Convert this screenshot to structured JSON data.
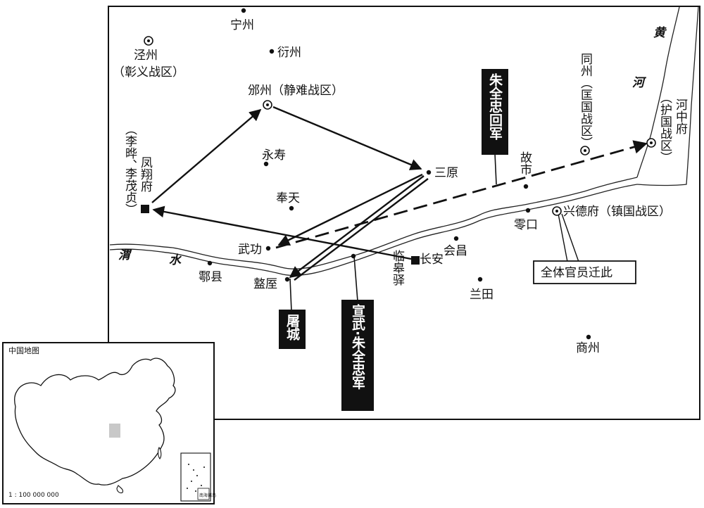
{
  "map": {
    "places": {
      "ningzhou": "宁州",
      "jingzhou": "泾州",
      "jingzhou_note": "（彰义战区）",
      "yanzhou": "衍州",
      "binzhou": "邠州（静难战区）",
      "fengxiang_lines": [
        "（李晔、",
        "李茂贞）",
        "凤翔府"
      ],
      "yongshou": "永寿",
      "fengtian": "奉天",
      "sanyuan": "三原",
      "wugong": "武功",
      "huxian": "鄠县",
      "zhouzhi": "盩厔",
      "linhaoyi": "临皋驿",
      "changan": "长安",
      "huichang": "会昌",
      "lantian": "兰田",
      "lingkou": "零口",
      "xingdefu": "兴德府（镇国战区）",
      "gushi": "故市",
      "tongzhou": "同州（匡国战区）",
      "hezhongfu": "河中府",
      "hezhongfu_note": "（护国战区）",
      "shangzhou": "商州"
    },
    "rivers": {
      "wei_1": "渭",
      "wei_2": "水",
      "huang_1": "黄",
      "huang_2": "河"
    },
    "callouts": {
      "zhu_return": "朱全忠回军",
      "xuanwu": "宣武·朱全忠军",
      "tucheng": "屠城",
      "officials_moved": "全体官员迁此"
    }
  },
  "inset": {
    "title": "中国地图",
    "scale": "1 : 100 000 000",
    "sea_label": "南海诸岛"
  }
}
